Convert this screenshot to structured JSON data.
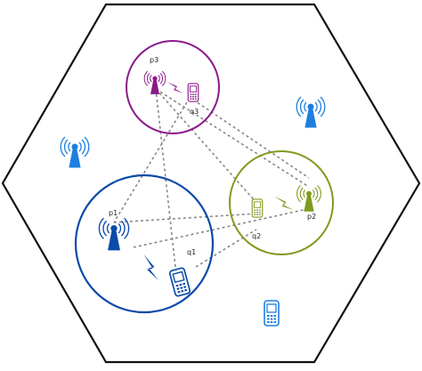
{
  "labels": {
    "p1": "p1",
    "p2": "p2",
    "p3": "p3",
    "q1": "q1",
    "q2": "q2",
    "q3": "q3"
  },
  "colors": {
    "outline": "#111111",
    "blue": "#0a4aa8",
    "light_blue": "#1e7fe0",
    "purple": "#8a1a8a",
    "green": "#7f9b1e",
    "dashed": "#888888"
  },
  "icons": {
    "tower": "antenna-tower-icon",
    "phone": "mobile-phone-icon",
    "link": "lightning-link-icon"
  }
}
